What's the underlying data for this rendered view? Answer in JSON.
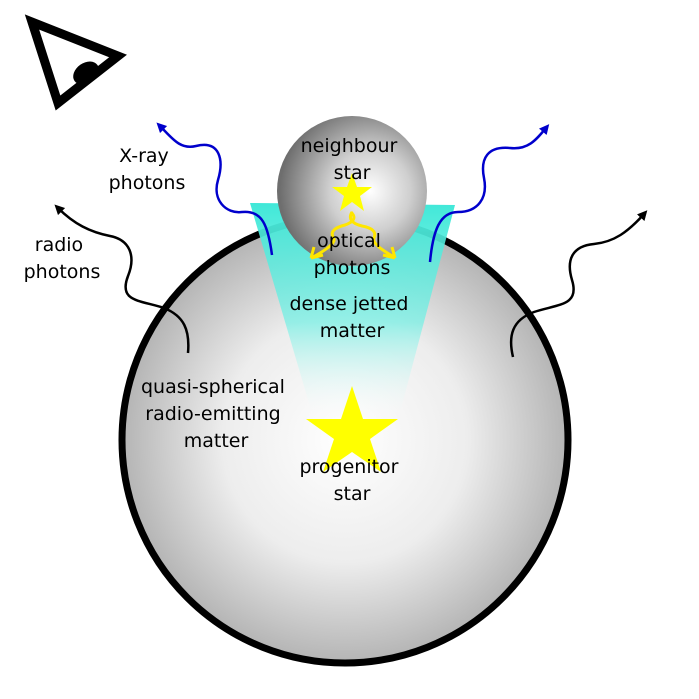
{
  "labels": {
    "xray": [
      "X-ray",
      "photons"
    ],
    "radio": [
      "radio",
      "photons"
    ],
    "neighbour": [
      "neighbour",
      "star"
    ],
    "optical": [
      "optical",
      "photons"
    ],
    "jet": [
      "dense jetted",
      "matter"
    ],
    "shell": [
      "quasi-spherical",
      "radio-emitting",
      "matter"
    ],
    "progenitor": [
      "progenitor",
      "star"
    ]
  },
  "colors": {
    "xray_photons": "#0000cc",
    "radio_photons": "#000000",
    "optical_photons": "#ffe600",
    "jet": "#40e8d8",
    "star": "#ffff00",
    "shell_outline": "#000000"
  },
  "icons": {
    "observer": "eye-icon"
  }
}
